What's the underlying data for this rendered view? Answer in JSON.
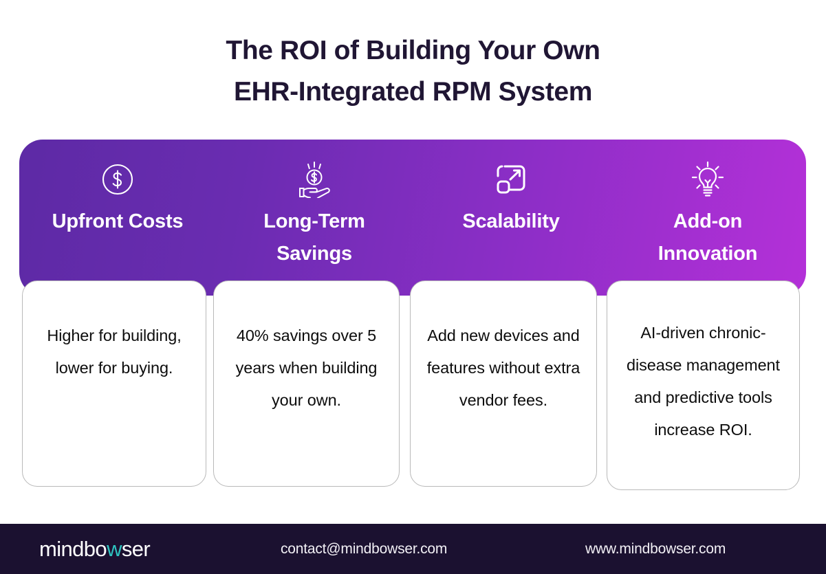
{
  "title": {
    "line1": "The ROI of Building Your Own",
    "line2": "EHR-Integrated RPM System"
  },
  "colors": {
    "gradient_start": "#5d2aa5",
    "gradient_end": "#b430d8",
    "title_text": "#201634",
    "footer_bg": "#1b1130",
    "logo_accent": "#2ec4c0",
    "card_border": "#b9b9b9"
  },
  "columns": [
    {
      "icon": "dollar-circle-icon",
      "heading": "Upfront Costs",
      "body": "Higher for building, lower for buying."
    },
    {
      "icon": "hand-holding-coin-icon",
      "heading": "Long-Term Savings",
      "body": "40% savings over 5 years when building your own."
    },
    {
      "icon": "expand-arrow-icon",
      "heading": "Scalability",
      "body": "Add new devices and features without extra vendor fees."
    },
    {
      "icon": "lightbulb-icon",
      "heading": "Add-on Innovation",
      "body": "AI-driven chronic-disease management and predictive tools increase ROI."
    }
  ],
  "footer": {
    "logo_pre": "mindbo",
    "logo_accent": "w",
    "logo_post": "ser",
    "email": "contact@mindbowser.com",
    "website": "www.mindbowser.com"
  }
}
